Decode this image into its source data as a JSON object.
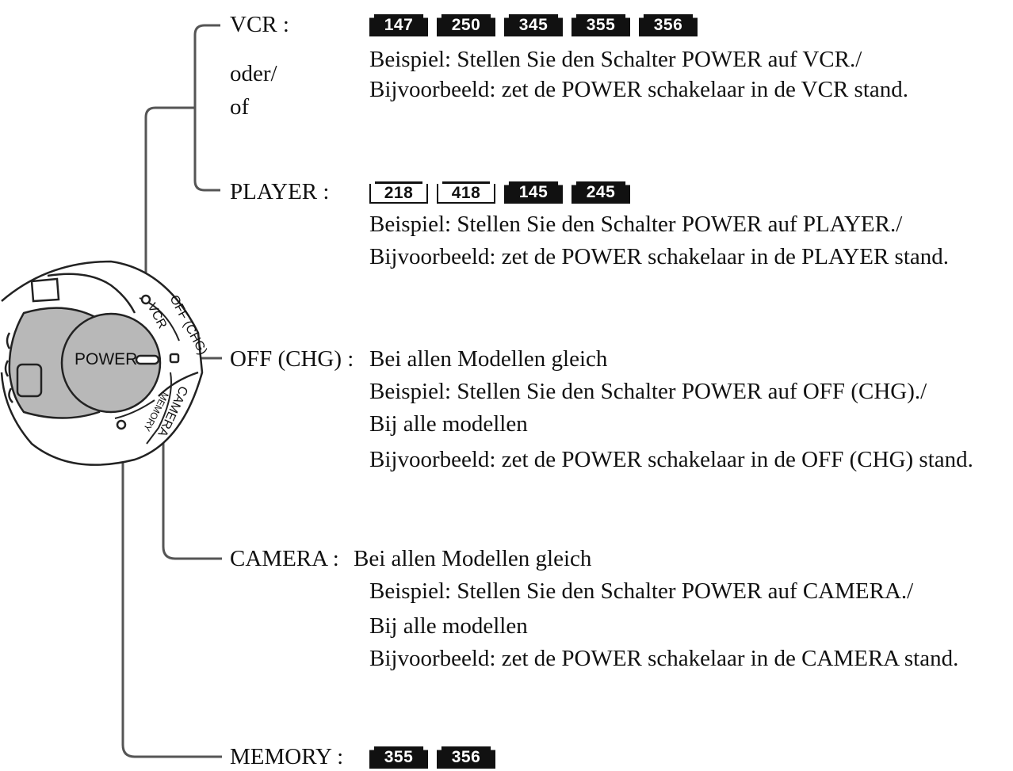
{
  "vcr": {
    "label": "VCR :",
    "or_de": "oder/",
    "or_nl": "of",
    "models": [
      {
        "text": "147",
        "style": "solid"
      },
      {
        "text": "250",
        "style": "solid"
      },
      {
        "text": "345",
        "style": "solid"
      },
      {
        "text": "355",
        "style": "solid"
      },
      {
        "text": "356",
        "style": "solid"
      }
    ],
    "example_de": "Beispiel: Stellen Sie den Schalter POWER auf VCR./",
    "example_nl": "Bijvoorbeeld: zet de POWER schakelaar in de VCR stand."
  },
  "player": {
    "label": "PLAYER :",
    "models": [
      {
        "text": "218",
        "style": "outline"
      },
      {
        "text": "418",
        "style": "outline"
      },
      {
        "text": "145",
        "style": "solid"
      },
      {
        "text": "245",
        "style": "solid"
      }
    ],
    "example_de": "Beispiel: Stellen Sie den Schalter POWER auf PLAYER./",
    "example_nl": "Bijvoorbeeld: zet de POWER schakelaar in de PLAYER stand."
  },
  "off": {
    "label": "OFF (CHG) :",
    "all_models_de": "Bei allen Modellen gleich",
    "example_de": "Beispiel: Stellen Sie den Schalter POWER auf OFF (CHG)./",
    "all_models_nl": "Bij alle modellen",
    "example_nl": "Bijvoorbeeld: zet de POWER schakelaar in de OFF (CHG) stand."
  },
  "camera": {
    "label": "CAMERA :",
    "all_models_de": "Bei allen Modellen gleich",
    "example_de": "Beispiel: Stellen Sie den Schalter POWER auf CAMERA./",
    "all_models_nl": "Bij alle modellen",
    "example_nl": "Bijvoorbeeld: zet de POWER schakelaar in de CAMERA stand."
  },
  "memory": {
    "label": "MEMORY :",
    "models": [
      {
        "text": "355",
        "style": "solid"
      },
      {
        "text": "356",
        "style": "solid"
      }
    ]
  },
  "dial": {
    "power": "POWER",
    "vcr": "VCR",
    "off_chg": "OFF (CHG)",
    "camera": "CAMERA",
    "memory": "MEMORY"
  }
}
